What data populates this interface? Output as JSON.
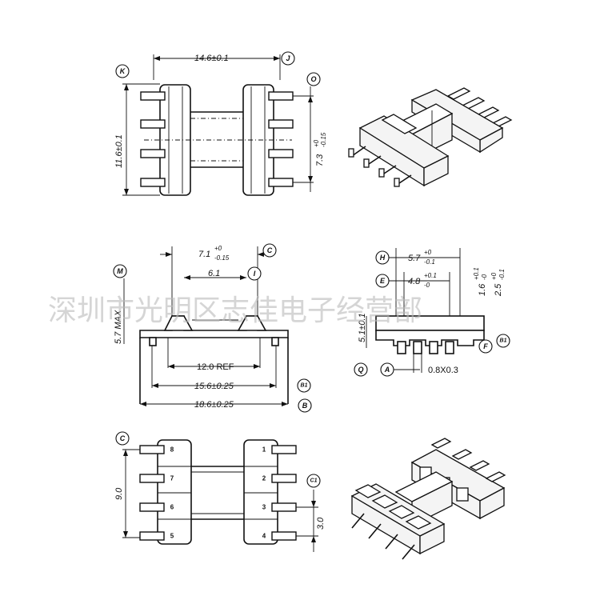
{
  "watermark": "深圳市光明区志佳电子经营部",
  "top_view": {
    "width_dim": "14.6±0.1",
    "height_dim": "11.6±0.1",
    "pitch_dim": "7.3",
    "pitch_tol_upper": "+0",
    "pitch_tol_lower": "-0.15",
    "bubble_k": "K",
    "bubble_j": "J",
    "bubble_o": "O"
  },
  "front_view": {
    "dim_71": "7.1",
    "dim_71_upper": "+0",
    "dim_71_lower": "-0.15",
    "dim_61": "6.1",
    "dim_57": "5.7 MAX",
    "dim_120": "12.0 REF",
    "dim_156": "15.6±0.25",
    "dim_186": "18.6±0.25",
    "bubble_m": "M",
    "bubble_c": "C",
    "bubble_i": "I",
    "bubble_b1": "B1",
    "bubble_b": "B"
  },
  "side_view": {
    "dim_57": "5.7",
    "dim_57_upper": "+0",
    "dim_57_lower": "-0.1",
    "dim_48": "4.8",
    "dim_48_upper": "+0.1",
    "dim_48_lower": "-0",
    "dim_16": "1.6",
    "dim_16_upper": "+0.1",
    "dim_16_lower": "-0",
    "dim_25": "2.5",
    "dim_25_upper": "+0",
    "dim_25_lower": "-0.1",
    "dim_51": "5.1±0.1",
    "dim_pin": "0.8X0.3",
    "bubble_h": "H",
    "bubble_e": "E",
    "bubble_q": "Q",
    "bubble_a": "A",
    "bubble_f": "F",
    "bubble_b1": "B1"
  },
  "bottom_view": {
    "dim_90": "9.0",
    "dim_30": "3.0",
    "bubble_c": "C",
    "bubble_c1": "C1",
    "pins_left": [
      "8",
      "7",
      "6",
      "5"
    ],
    "pins_right": [
      "1",
      "2",
      "3",
      "4"
    ]
  }
}
